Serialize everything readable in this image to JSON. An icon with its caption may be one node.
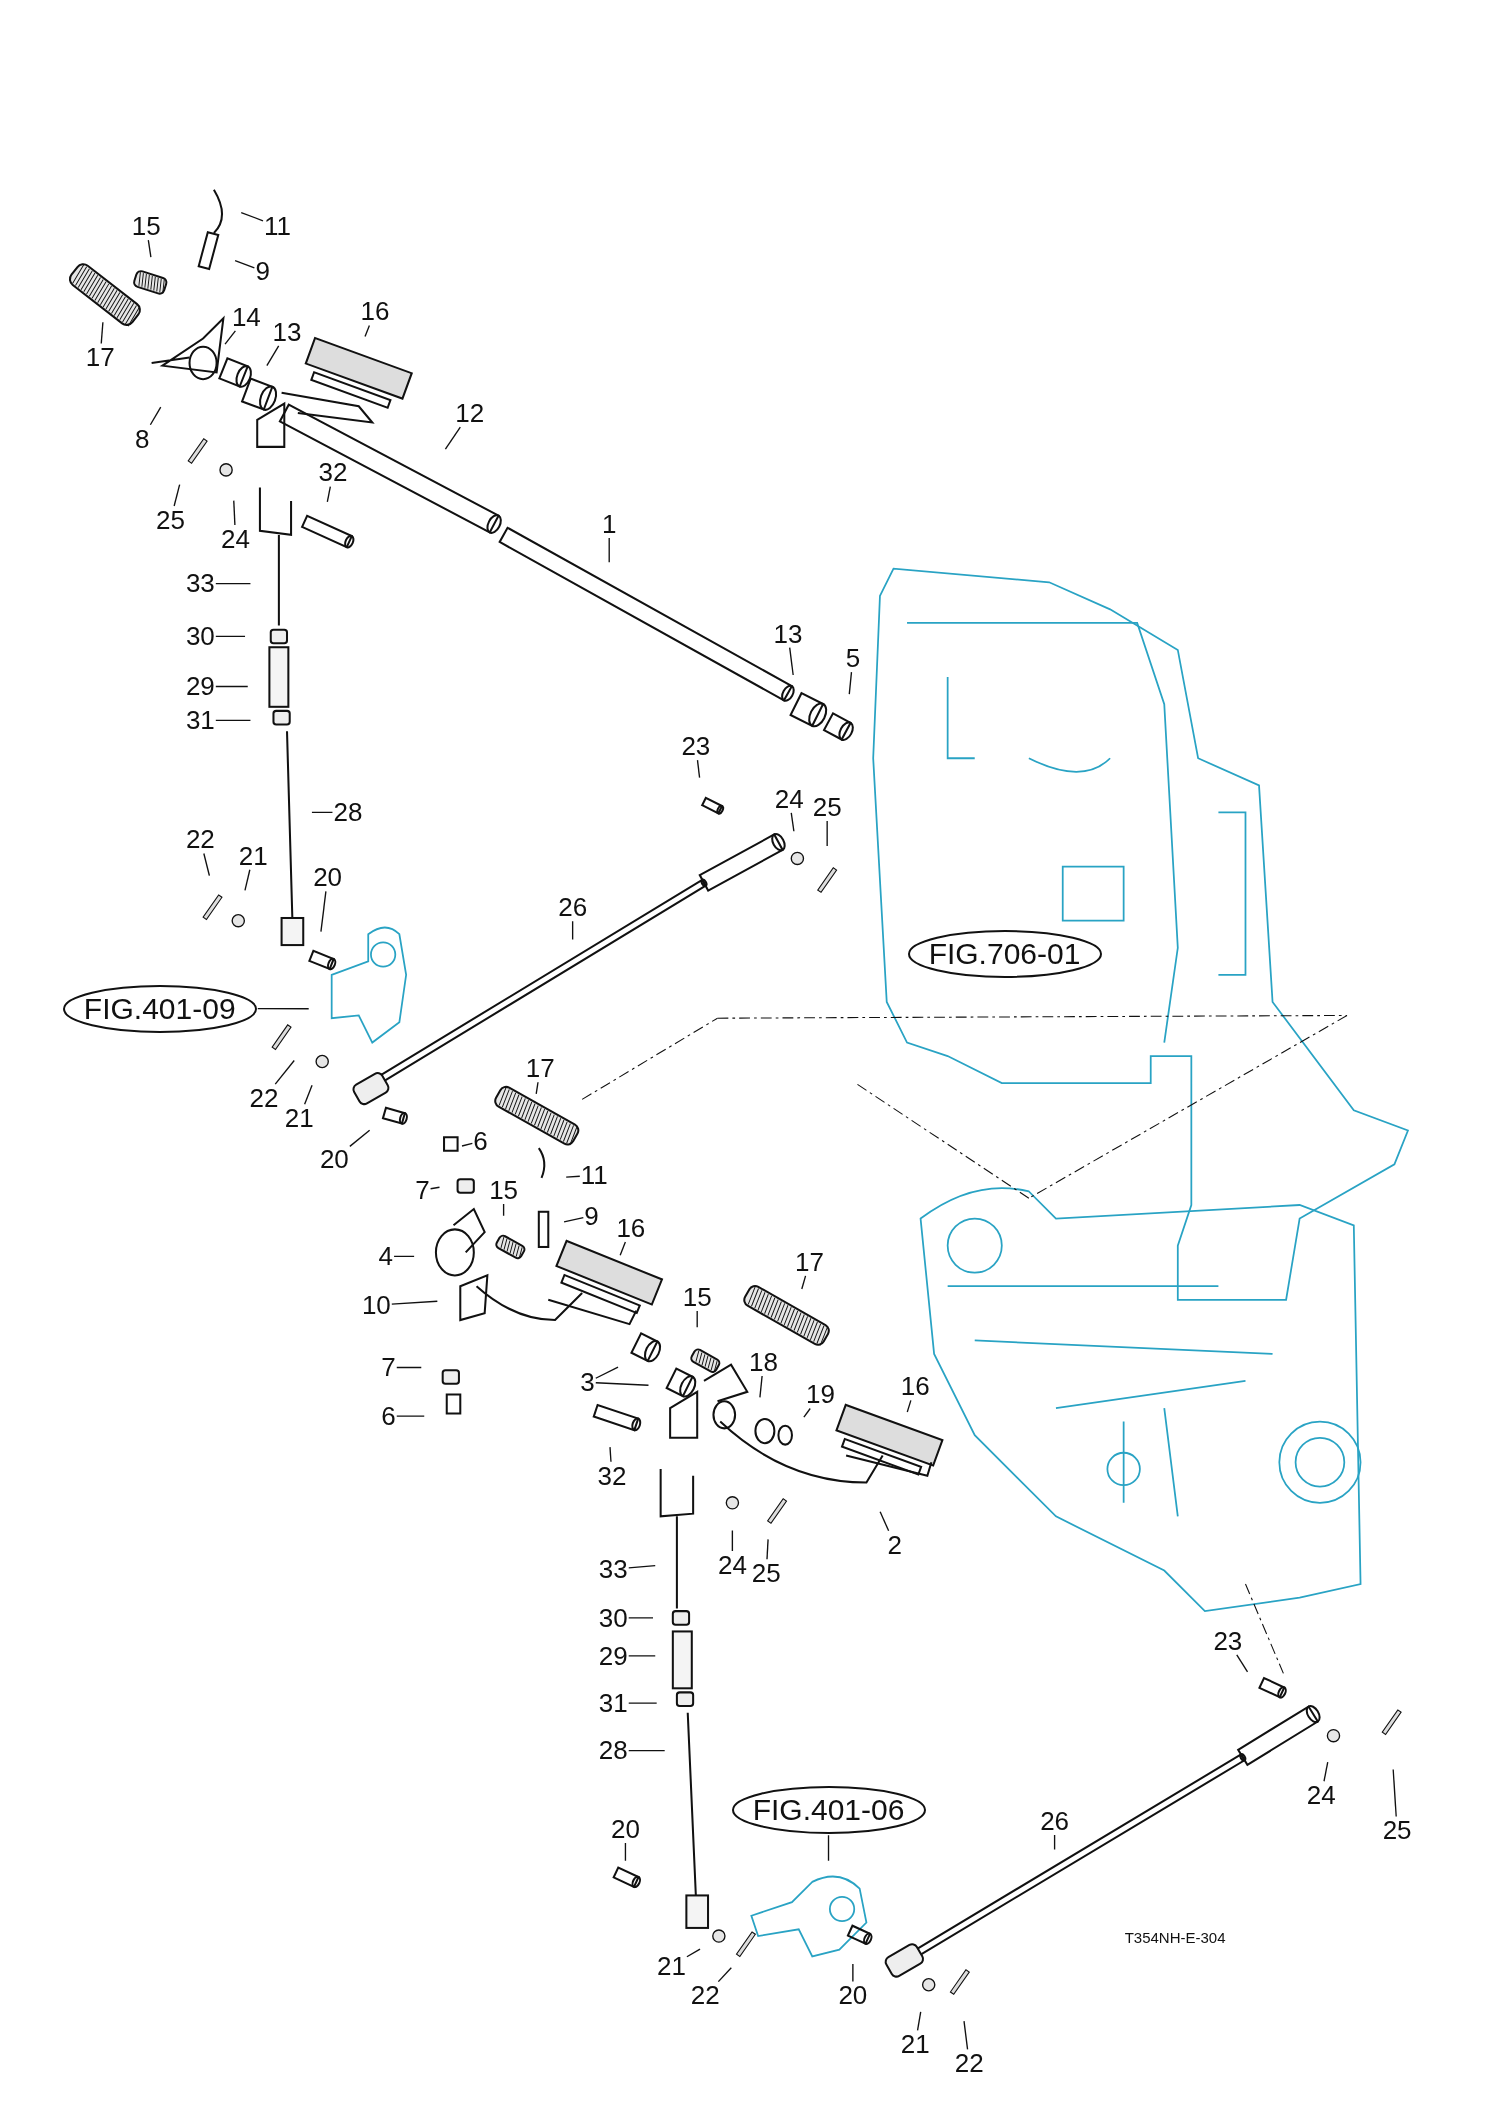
{
  "diagram": {
    "nodes": [
      {
        "text": [
          "15"
        ]
      },
      {
        "text": [
          "11"
        ]
      },
      {
        "text": [
          "9"
        ]
      },
      {
        "text": [
          "17"
        ]
      },
      {
        "text": [
          "14"
        ]
      },
      {
        "text": [
          "13"
        ]
      },
      {
        "text": [
          "16"
        ]
      },
      {
        "text": [
          "8"
        ]
      },
      {
        "text": [
          "12"
        ]
      },
      {
        "text": [
          "25"
        ]
      },
      {
        "text": [
          "24"
        ]
      },
      {
        "text": [
          "32"
        ]
      },
      {
        "text": [
          "1"
        ]
      },
      {
        "text": [
          "33"
        ]
      },
      {
        "text": [
          "30"
        ]
      },
      {
        "text": [
          "29"
        ]
      },
      {
        "text": [
          "31"
        ]
      },
      {
        "text": [
          "13"
        ]
      },
      {
        "text": [
          "5"
        ]
      },
      {
        "text": [
          "23"
        ]
      },
      {
        "text": [
          "24"
        ]
      },
      {
        "text": [
          "25"
        ]
      },
      {
        "text": [
          "28"
        ]
      },
      {
        "text": [
          "22"
        ]
      },
      {
        "text": [
          "21"
        ]
      },
      {
        "text": [
          "20"
        ]
      },
      {
        "text": [
          "26"
        ]
      },
      {
        "text": [
          "FIG.706-01"
        ]
      },
      {
        "text": [
          "FIG.401-09"
        ]
      },
      {
        "text": [
          "22"
        ]
      },
      {
        "text": [
          "21"
        ]
      },
      {
        "text": [
          "20"
        ]
      },
      {
        "text": [
          "17"
        ]
      },
      {
        "text": [
          "6"
        ]
      },
      {
        "text": [
          "7"
        ]
      },
      {
        "text": [
          "11"
        ]
      },
      {
        "text": [
          "15"
        ]
      },
      {
        "text": [
          "9"
        ]
      },
      {
        "text": [
          "16"
        ]
      },
      {
        "text": [
          "4"
        ]
      },
      {
        "text": [
          "10"
        ]
      },
      {
        "text": [
          "17"
        ]
      },
      {
        "text": [
          "15"
        ]
      },
      {
        "text": [
          "7"
        ]
      },
      {
        "text": [
          "6"
        ]
      },
      {
        "text": [
          "3"
        ]
      },
      {
        "text": [
          "18"
        ]
      },
      {
        "text": [
          "19"
        ]
      },
      {
        "text": [
          "16"
        ]
      },
      {
        "text": [
          "32"
        ]
      },
      {
        "text": [
          "2"
        ]
      },
      {
        "text": [
          "24"
        ]
      },
      {
        "text": [
          "25"
        ]
      },
      {
        "text": [
          "33"
        ]
      },
      {
        "text": [
          "30"
        ]
      },
      {
        "text": [
          "29"
        ]
      },
      {
        "text": [
          "31"
        ]
      },
      {
        "text": [
          "23"
        ]
      },
      {
        "text": [
          "28"
        ]
      },
      {
        "text": [
          "FIG.401-06"
        ]
      },
      {
        "text": [
          "26"
        ]
      },
      {
        "text": [
          "20"
        ]
      },
      {
        "text": [
          "24"
        ]
      },
      {
        "text": [
          "25"
        ]
      },
      {
        "text": [
          "21"
        ]
      },
      {
        "text": [
          "22"
        ]
      },
      {
        "text": [
          "20"
        ]
      },
      {
        "text": [
          "21"
        ]
      },
      {
        "text": [
          "22"
        ]
      }
    ],
    "edges": [
      {
        "from": 0,
        "to": null,
        "arrow": "none"
      },
      {
        "from": 1,
        "to": null,
        "arrow": "none"
      },
      {
        "from": 2,
        "to": null,
        "arrow": "none"
      },
      {
        "from": 3,
        "to": null,
        "arrow": "none"
      },
      {
        "from": 4,
        "to": null,
        "arrow": "none"
      },
      {
        "from": 5,
        "to": null,
        "arrow": "none"
      },
      {
        "from": 6,
        "to": null,
        "arrow": "none"
      },
      {
        "from": 7,
        "to": null,
        "arrow": "none"
      },
      {
        "from": 8,
        "to": null,
        "arrow": "none"
      },
      {
        "from": 9,
        "to": null,
        "arrow": "none"
      },
      {
        "from": 10,
        "to": null,
        "arrow": "none"
      },
      {
        "from": 11,
        "to": null,
        "arrow": "none"
      },
      {
        "from": 12,
        "to": null,
        "arrow": "none"
      },
      {
        "from": 13,
        "to": null,
        "arrow": "none"
      },
      {
        "from": 14,
        "to": null,
        "arrow": "none"
      },
      {
        "from": 15,
        "to": null,
        "arrow": "none"
      },
      {
        "from": 16,
        "to": null,
        "arrow": "none"
      },
      {
        "from": 17,
        "to": null,
        "arrow": "none"
      },
      {
        "from": 18,
        "to": null,
        "arrow": "none"
      },
      {
        "from": 19,
        "to": null,
        "arrow": "none"
      },
      {
        "from": 20,
        "to": null,
        "arrow": "none"
      },
      {
        "from": 21,
        "to": null,
        "arrow": "none"
      },
      {
        "from": 22,
        "to": null,
        "arrow": "none"
      },
      {
        "from": 23,
        "to": null,
        "arrow": "none"
      },
      {
        "from": 24,
        "to": null,
        "arrow": "none"
      },
      {
        "from": 25,
        "to": null,
        "arrow": "none"
      },
      {
        "from": 26,
        "to": null,
        "arrow": "none"
      },
      {
        "from": 28,
        "to": null,
        "arrow": "none"
      },
      {
        "from": 29,
        "to": null,
        "arrow": "none"
      },
      {
        "from": 30,
        "to": null,
        "arrow": "none"
      },
      {
        "from": 31,
        "to": null,
        "arrow": "none"
      },
      {
        "from": 32,
        "to": null,
        "arrow": "none"
      },
      {
        "from": 33,
        "to": null,
        "arrow": "none"
      },
      {
        "from": 34,
        "to": null,
        "arrow": "none"
      },
      {
        "from": 35,
        "to": null,
        "arrow": "none"
      },
      {
        "from": 36,
        "to": null,
        "arrow": "none"
      },
      {
        "from": 37,
        "to": null,
        "arrow": "none"
      },
      {
        "from": 38,
        "to": null,
        "arrow": "none"
      },
      {
        "from": 39,
        "to": null,
        "arrow": "none"
      },
      {
        "from": 40,
        "to": null,
        "arrow": "none"
      },
      {
        "from": 41,
        "to": null,
        "arrow": "none"
      },
      {
        "from": 42,
        "to": null,
        "arrow": "none"
      },
      {
        "from": 43,
        "to": null,
        "arrow": "none"
      },
      {
        "from": 44,
        "to": null,
        "arrow": "none"
      },
      {
        "from": 45,
        "to": null,
        "arrow": "none"
      },
      {
        "from": 45,
        "to": null,
        "arrow": "none"
      },
      {
        "from": 46,
        "to": null,
        "arrow": "none"
      },
      {
        "from": 47,
        "to": null,
        "arrow": "none"
      },
      {
        "from": 48,
        "to": null,
        "arrow": "none"
      },
      {
        "from": 49,
        "to": null,
        "arrow": "none"
      },
      {
        "from": 50,
        "to": null,
        "arrow": "none"
      },
      {
        "from": 51,
        "to": null,
        "arrow": "none"
      },
      {
        "from": 52,
        "to": null,
        "arrow": "none"
      },
      {
        "from": 53,
        "to": null,
        "arrow": "none"
      },
      {
        "from": 54,
        "to": null,
        "arrow": "none"
      },
      {
        "from": 55,
        "to": null,
        "arrow": "none"
      },
      {
        "from": 56,
        "to": null,
        "arrow": "none"
      },
      {
        "from": 57,
        "to": null,
        "arrow": "none"
      },
      {
        "from": 58,
        "to": null,
        "arrow": "none"
      },
      {
        "from": 59,
        "to": null,
        "arrow": "none"
      },
      {
        "from": 60,
        "to": null,
        "arrow": "none"
      },
      {
        "from": 61,
        "to": null,
        "arrow": "none"
      },
      {
        "from": 62,
        "to": null,
        "arrow": "none"
      },
      {
        "from": 63,
        "to": null,
        "arrow": "none"
      },
      {
        "from": 64,
        "to": null,
        "arrow": "none"
      },
      {
        "from": 65,
        "to": null,
        "arrow": "none"
      },
      {
        "from": 66,
        "to": null,
        "arrow": "none"
      },
      {
        "from": 67,
        "to": null,
        "arrow": "none"
      },
      {
        "from": 68,
        "to": null,
        "arrow": "none"
      }
    ],
    "labels": [
      "T354NH-E-304"
    ]
  }
}
